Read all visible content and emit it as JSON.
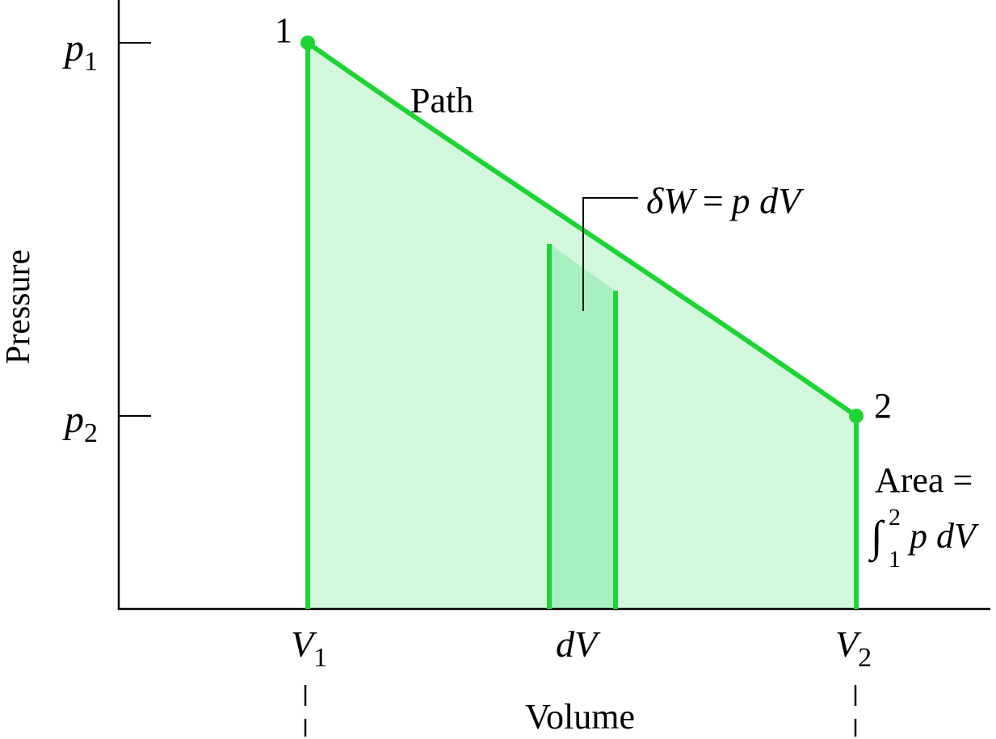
{
  "diagram": {
    "axes": {
      "y_label": "Pressure",
      "x_label": "Volume",
      "y_ticks": [
        {
          "name": "p",
          "sub": "1"
        },
        {
          "name": "p",
          "sub": "2"
        }
      ],
      "x_ticks": [
        {
          "name": "V",
          "sub": "1"
        },
        {
          "name": "dV",
          "sub": ""
        },
        {
          "name": "V",
          "sub": "2"
        }
      ]
    },
    "state_labels": {
      "start": "1",
      "end": "2"
    },
    "path_label": "Path",
    "work_element": {
      "lhs_symbol": "δ",
      "lhs_var": "W",
      "equals": "=",
      "rhs": "p dV"
    },
    "area_label": {
      "line1": "Area =",
      "integral_sign": "∫",
      "upper_limit": "2",
      "lower_limit": "1",
      "integrand": "p dV"
    },
    "colors": {
      "curve": "#1ed435",
      "area_fill": "#d3f7dc",
      "strip_fill": "#a9f0c0",
      "axis": "#000000"
    }
  }
}
